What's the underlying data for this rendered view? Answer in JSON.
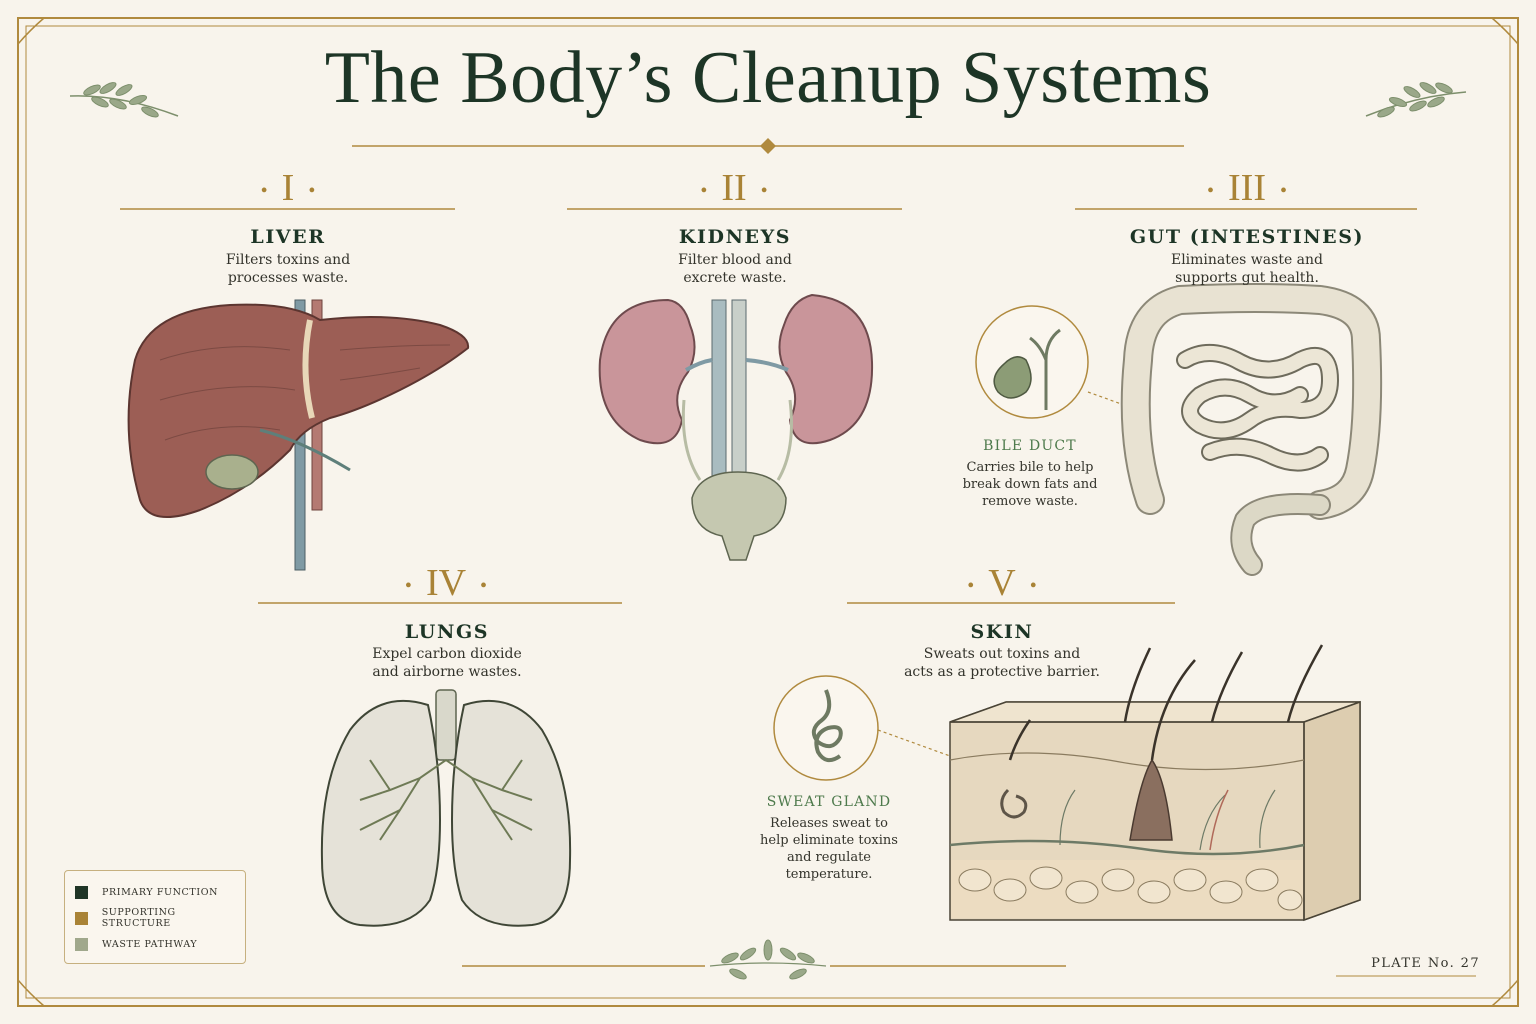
{
  "title": "The Body’s Cleanup Systems",
  "sections": [
    {
      "numeral": "I",
      "name": "LIVER",
      "desc_lines": [
        "Filters toxins and",
        "processes waste."
      ]
    },
    {
      "numeral": "II",
      "name": "KIDNEYS",
      "desc_lines": [
        "Filter blood and",
        "excrete waste."
      ]
    },
    {
      "numeral": "III",
      "name": "GUT (INTESTINES)",
      "desc_lines": [
        "Eliminates waste and",
        "supports gut health."
      ]
    },
    {
      "numeral": "IV",
      "name": "LUNGS",
      "desc_lines": [
        "Expel carbon dioxide",
        "and airborne wastes."
      ]
    },
    {
      "numeral": "V",
      "name": "SKIN",
      "desc_lines": [
        "Sweats out toxins and",
        "acts as a protective barrier."
      ]
    }
  ],
  "callouts": [
    {
      "title": "BILE DUCT",
      "desc_lines": [
        "Carries bile to help",
        "break down fats and",
        "remove waste."
      ]
    },
    {
      "title": "SWEAT GLAND",
      "desc_lines": [
        "Releases sweat to",
        "help eliminate toxins",
        "and regulate",
        "temperature."
      ]
    }
  ],
  "legend": [
    {
      "label": "PRIMARY FUNCTION",
      "color": "#1f3526"
    },
    {
      "label": "SUPPORTING STRUCTURE",
      "color": "#a98336"
    },
    {
      "label": "WASTE PATHWAY",
      "color": "#a0a88c"
    }
  ],
  "plate": "PLATE No. 27",
  "colors": {
    "background": "#f8f4ec",
    "title": "#1d3526",
    "gold": "#a98336",
    "liver": "#9c5e55",
    "kidney": "#c9959a",
    "bladder": "#c5c8b0",
    "vessel_blue": "#7f9aa4",
    "vessel_red": "#b47a72",
    "gut": "#e8e2d2",
    "lung": "#e5e2d8",
    "skin": "#e6d8bf",
    "callout_green": "#4e7a4c"
  }
}
